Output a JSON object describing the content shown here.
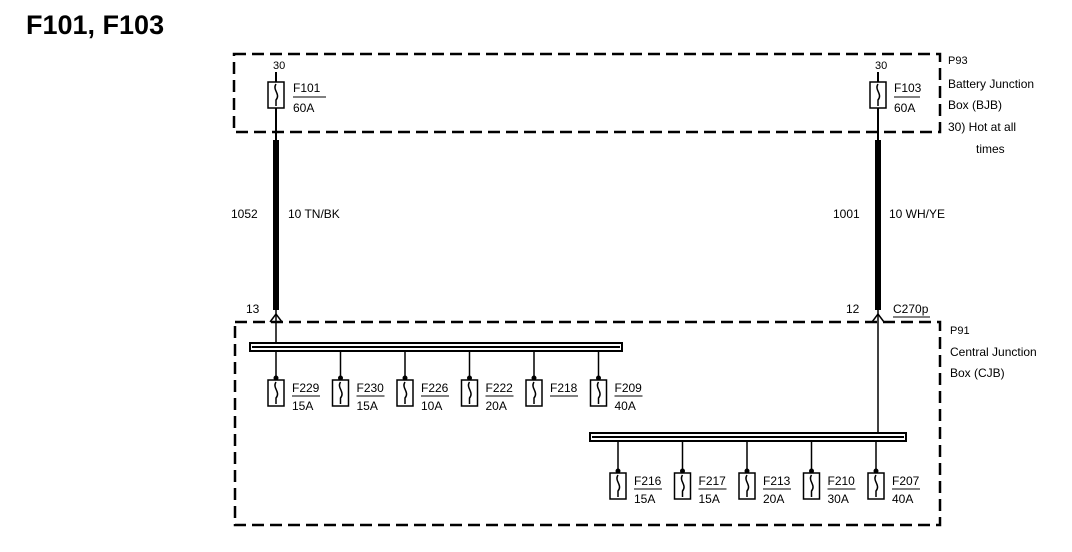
{
  "title": "F101, F103",
  "bjb": {
    "code": "P93",
    "name_line1": "Battery Junction",
    "name_line2": "Box (BJB)",
    "note_line1": "30)  Hot at all",
    "note_line2": "times",
    "fuses": [
      {
        "pin": "30",
        "id": "F101",
        "rating": "60A"
      },
      {
        "pin": "30",
        "id": "F103",
        "rating": "60A"
      }
    ]
  },
  "wires": [
    {
      "circuit": "1052",
      "spec": "10 TN/BK",
      "pin": "13"
    },
    {
      "circuit": "1001",
      "spec": "10 WH/YE",
      "pin": "12"
    }
  ],
  "connector": "C270p",
  "cjb": {
    "code": "P91",
    "name_line1": "Central Junction",
    "name_line2": "Box (CJB)",
    "row1_fuses": [
      {
        "id": "F229",
        "rating": "15A"
      },
      {
        "id": "F230",
        "rating": "15A"
      },
      {
        "id": "F226",
        "rating": "10A"
      },
      {
        "id": "F222",
        "rating": "20A"
      },
      {
        "id": "F218",
        "rating": ""
      },
      {
        "id": "F209",
        "rating": "40A"
      }
    ],
    "row2_fuses": [
      {
        "id": "F216",
        "rating": "15A"
      },
      {
        "id": "F217",
        "rating": "15A"
      },
      {
        "id": "F213",
        "rating": "20A"
      },
      {
        "id": "F210",
        "rating": "30A"
      },
      {
        "id": "F207",
        "rating": "40A"
      }
    ]
  }
}
